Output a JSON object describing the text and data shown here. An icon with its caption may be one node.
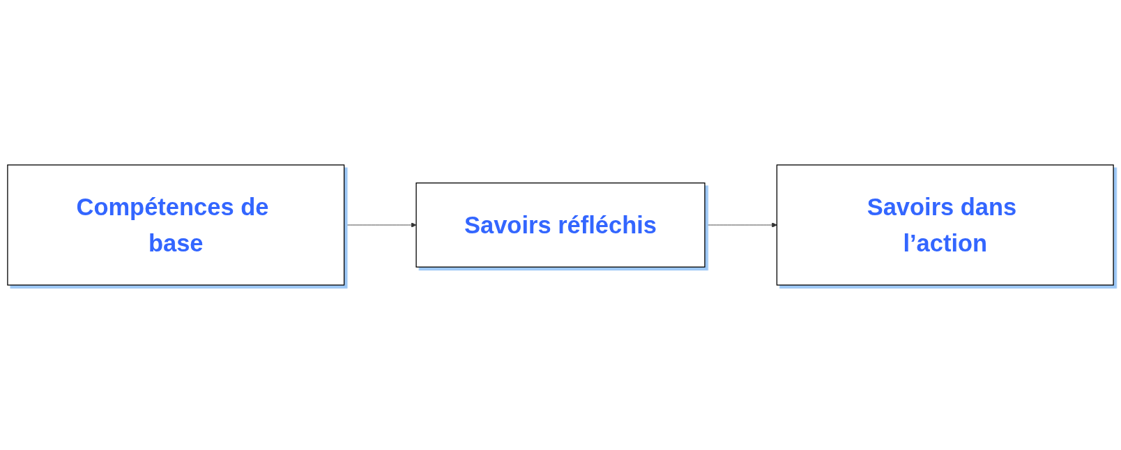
{
  "diagram": {
    "nodes": [
      {
        "text": [
          "Compétences de base"
        ]
      },
      {
        "text": [
          "Savoirs réfléchis"
        ]
      },
      {
        "text": [
          "Savoirs dans l’action"
        ]
      }
    ],
    "edges": [
      {
        "from": 0,
        "to": 1,
        "arrow": "to"
      },
      {
        "from": 1,
        "to": 2,
        "arrow": "to"
      }
    ]
  }
}
